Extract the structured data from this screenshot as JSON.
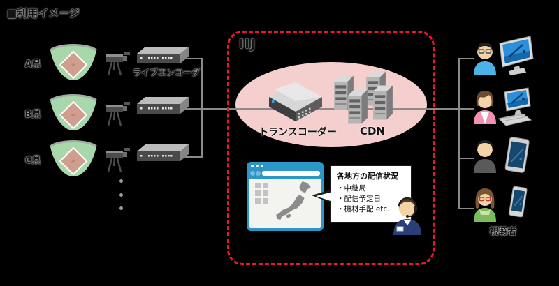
{
  "title": "■利用イメージ",
  "sources": {
    "regions": [
      {
        "label": "A県"
      },
      {
        "label": "B県"
      },
      {
        "label": "C県"
      }
    ],
    "encoder_label": "ライブエンコーダ"
  },
  "iij": {
    "label": "IIJ",
    "transcoder_label": "トランスコーダー",
    "cdn_label": "CDN",
    "bubble": {
      "title": "各地方の配信状況",
      "items": [
        "・中継局",
        "・配信予定日",
        "・機材手配 etc."
      ]
    }
  },
  "viewers": {
    "label": "視聴者"
  },
  "icons": {
    "stadium": "stadium-icon",
    "video_camera": "video-camera-icon",
    "encoder": "encoder-device-icon",
    "transcoder": "transcoder-device-icon",
    "cdn_servers": "server-tower-icon",
    "browser": "browser-window-icon",
    "japan_map": "japan-map-icon",
    "operator": "operator-headset-icon",
    "viewer_desktop": "desktop-monitor-icon",
    "viewer_monitor_keyboard": "monitor-keyboard-icon",
    "viewer_tablet": "tablet-icon",
    "viewer_phone": "smartphone-icon",
    "more_sources": "ellipsis-dots-icon"
  },
  "colors": {
    "border_red": "#e8192c",
    "iij_ellipse_pink": "#f4cfcd",
    "browser_blue": "#2d96c8",
    "connector_gray": "#8a8a8a",
    "stadium_green": "#a7d7aa",
    "infield_tan": "#cf9e8e"
  }
}
